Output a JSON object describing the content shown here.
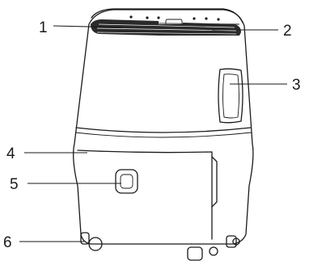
{
  "diagram": {
    "type": "appliance-parts-diagram",
    "callouts": [
      {
        "number": "1"
      },
      {
        "number": "2"
      },
      {
        "number": "3"
      },
      {
        "number": "4"
      },
      {
        "number": "5"
      },
      {
        "number": "6"
      }
    ]
  },
  "colors": {
    "line": "#1a1a1a",
    "background": "#ffffff",
    "vent": "#2a2a2a"
  }
}
